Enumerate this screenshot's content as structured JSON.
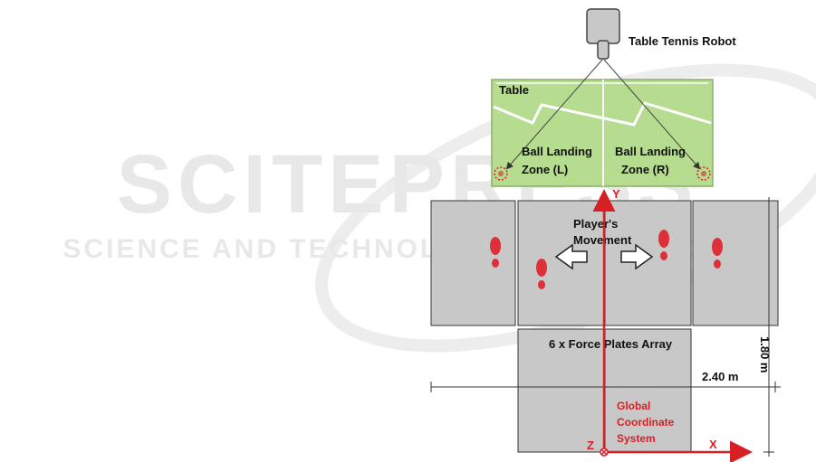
{
  "watermark": {
    "line1": "SCITEPRESS",
    "line2": "SCIENCE AND TECHNOLOGY PUBLICATIONS"
  },
  "robot": {
    "label": "Table Tennis Robot"
  },
  "table": {
    "label": "Table",
    "zones": [
      {
        "line1": "Ball Landing",
        "line2": "Zone (L)"
      },
      {
        "line1": "Ball Landing",
        "line2": "Zone (R)"
      }
    ]
  },
  "movement": {
    "line1": "Player's",
    "line2": "Movement"
  },
  "plates": {
    "label": "6 x Force Plates Array"
  },
  "dimensions": {
    "height": "1.80 m",
    "width": "2.40 m"
  },
  "coordinate_system": {
    "line1": "Global",
    "line2": "Coordinate",
    "line3": "System",
    "x_axis": "X",
    "y_axis": "Y",
    "z_axis": "Z"
  },
  "colors": {
    "table": "#b6dc8f",
    "plate": "#c8c8c8",
    "axis": "#d81f26",
    "footprint": "#e0202a"
  }
}
